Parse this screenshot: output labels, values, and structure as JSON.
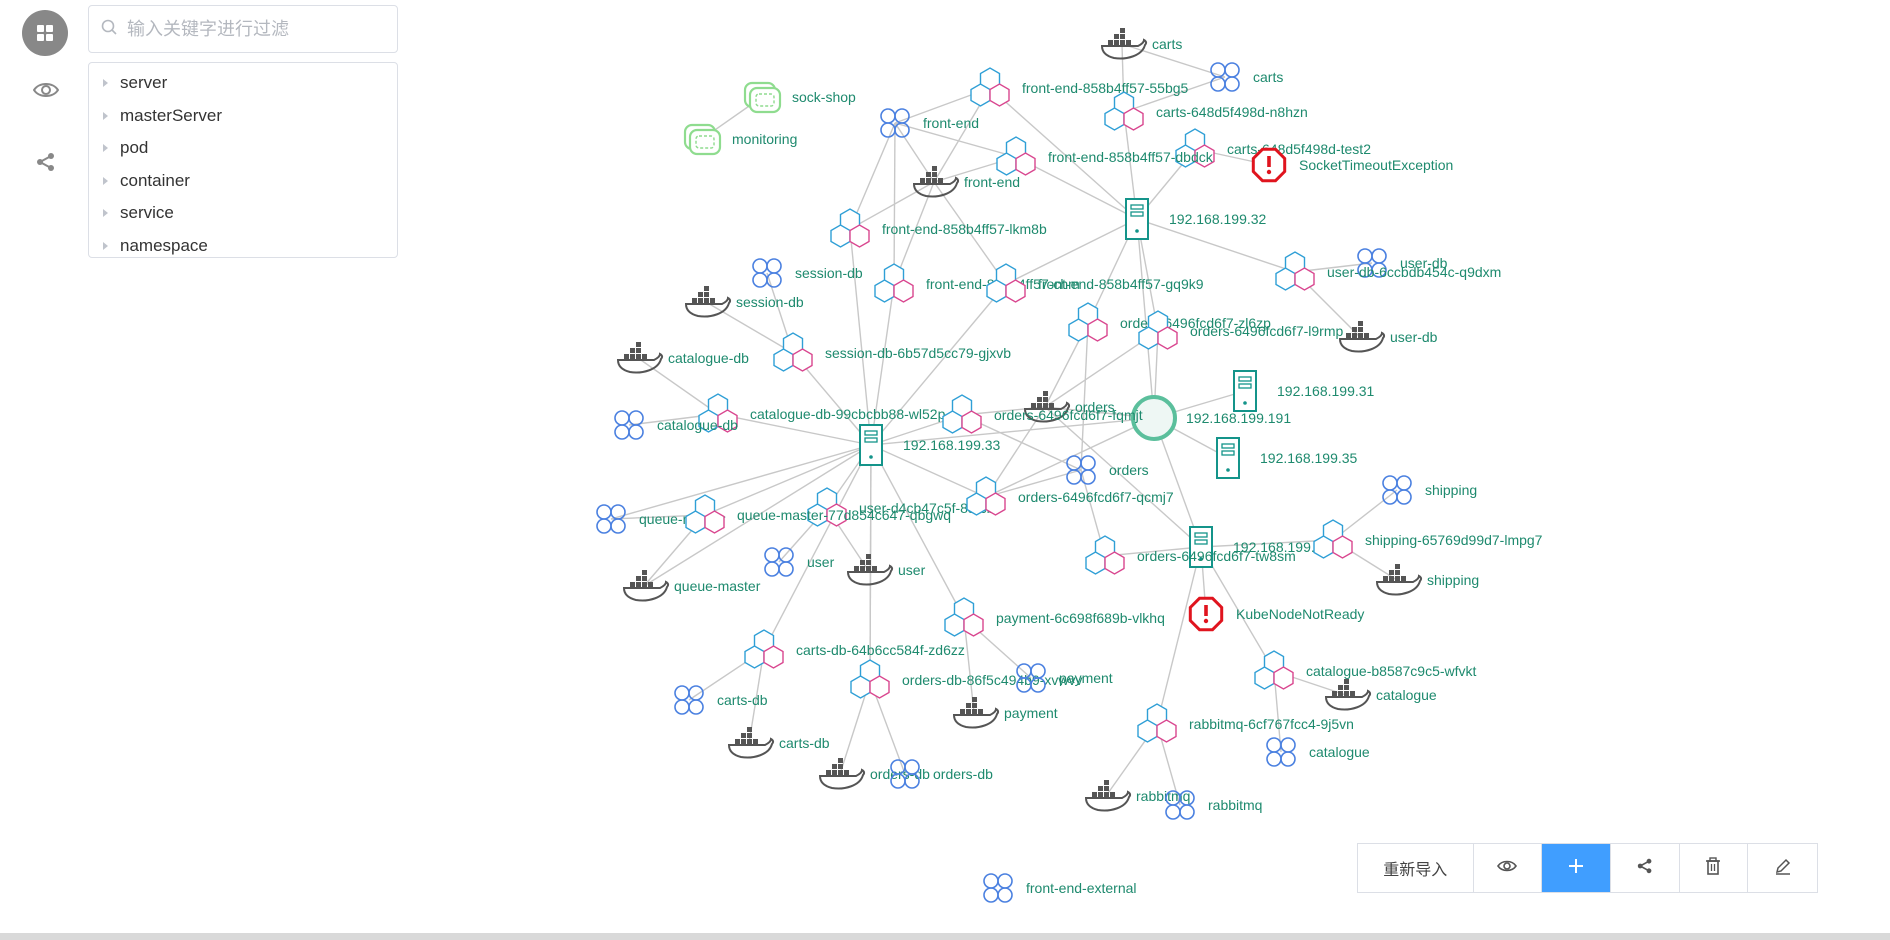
{
  "sidebar": {
    "icons": [
      "grid-menu-icon",
      "eye-icon",
      "share-icon"
    ]
  },
  "search": {
    "placeholder": "输入关键字进行过滤"
  },
  "tree": {
    "items": [
      {
        "label": "server"
      },
      {
        "label": "masterServer"
      },
      {
        "label": "pod"
      },
      {
        "label": "container"
      },
      {
        "label": "service"
      },
      {
        "label": "namespace"
      }
    ]
  },
  "graph": {
    "colors": {
      "edge": "#c8c8c8",
      "label": "#1e8a6e",
      "server": "#14948a",
      "alert": "#e0141e",
      "docker": "#555555",
      "service": "#4a80e0",
      "namespace": "#8fdc8f",
      "master": "#5bbf9c"
    },
    "nodes": [
      {
        "id": "ns-sockshop",
        "type": "namespace",
        "label": "sock-shop"
      },
      {
        "id": "ns-monitoring",
        "type": "namespace",
        "label": "monitoring"
      },
      {
        "id": "c-carts",
        "type": "container",
        "label": "carts"
      },
      {
        "id": "s-carts",
        "type": "service",
        "label": "carts"
      },
      {
        "id": "p-fe-55bg5",
        "type": "pod",
        "label": "front-end-858b4ff57-55bg5"
      },
      {
        "id": "p-carts-n8hzn",
        "type": "pod",
        "label": "carts-648d5f498d-n8hzn"
      },
      {
        "id": "p-carts-test2",
        "type": "pod",
        "label": "carts-648d5f498d-test2"
      },
      {
        "id": "a-socket",
        "type": "alert",
        "label": "SocketTimeoutException"
      },
      {
        "id": "s-frontend",
        "type": "service",
        "label": "front-end"
      },
      {
        "id": "p-fe-dbdck",
        "type": "pod",
        "label": "front-end-858b4ff57-dbdck"
      },
      {
        "id": "c-frontend",
        "type": "container",
        "label": "front-end"
      },
      {
        "id": "srv-32",
        "type": "server",
        "label": "192.168.199.32"
      },
      {
        "id": "p-fe-lkm8b",
        "type": "pod",
        "label": "front-end-858b4ff57-lkm8b"
      },
      {
        "id": "s-userdb",
        "type": "service",
        "label": "user-db"
      },
      {
        "id": "p-userdb",
        "type": "pod",
        "label": "user-db-6ccbdb454c-q9dxm"
      },
      {
        "id": "s-sessiondb",
        "type": "service",
        "label": "session-db"
      },
      {
        "id": "p-fe-chm",
        "type": "pod",
        "label": "front-end-858b4ff57-chm"
      },
      {
        "id": "p-fe-gq9k9",
        "type": "pod",
        "label": "front-end-858b4ff57-gq9k9"
      },
      {
        "id": "c-sessiondb",
        "type": "container",
        "label": "session-db"
      },
      {
        "id": "p-orders-zl6zp",
        "type": "pod",
        "label": "orders-6496fcd6f7-zl6zp"
      },
      {
        "id": "p-orders-l9rmp",
        "type": "pod",
        "label": "orders-6496fcd6f7-l9rmp"
      },
      {
        "id": "c-userdb",
        "type": "container",
        "label": "user-db"
      },
      {
        "id": "c-cataloguedb",
        "type": "container",
        "label": "catalogue-db"
      },
      {
        "id": "p-sessiondb",
        "type": "pod",
        "label": "session-db-6b57d5cc79-gjxvb"
      },
      {
        "id": "srv-31",
        "type": "server",
        "label": "192.168.199.31"
      },
      {
        "id": "c-orders",
        "type": "container",
        "label": "orders"
      },
      {
        "id": "master-191",
        "type": "master",
        "label": "192.168.199.191"
      },
      {
        "id": "p-cataloguedb",
        "type": "pod",
        "label": "catalogue-db-99cbcbb88-wl52p"
      },
      {
        "id": "p-orders-fqmjt",
        "type": "pod",
        "label": "orders-6496fcd6f7-fqmjt"
      },
      {
        "id": "s-cataloguedb",
        "type": "service",
        "label": "catalogue-db"
      },
      {
        "id": "srv-33",
        "type": "server",
        "label": "192.168.199.33"
      },
      {
        "id": "srv-35",
        "type": "server",
        "label": "192.168.199.35"
      },
      {
        "id": "s-orders",
        "type": "service",
        "label": "orders"
      },
      {
        "id": "s-shipping",
        "type": "service",
        "label": "shipping"
      },
      {
        "id": "p-user",
        "type": "pod",
        "label": "user-d4cb47c5f-8srcb"
      },
      {
        "id": "p-orders-qcmj7",
        "type": "pod",
        "label": "orders-6496fcd6f7-qcmj7"
      },
      {
        "id": "s-queuemaster",
        "type": "service",
        "label": "queue-master"
      },
      {
        "id": "p-queuemaster",
        "type": "pod",
        "label": "queue-master-77d854c647-qbgwq"
      },
      {
        "id": "srv-34",
        "type": "server",
        "label": "192.168.199.34"
      },
      {
        "id": "p-shipping",
        "type": "pod",
        "label": "shipping-65769d99d7-lmpg7"
      },
      {
        "id": "p-orders-tw8sm",
        "type": "pod",
        "label": "orders-6496fcd6f7-tw8sm"
      },
      {
        "id": "s-user",
        "type": "service",
        "label": "user"
      },
      {
        "id": "c-user",
        "type": "container",
        "label": "user"
      },
      {
        "id": "c-shipping",
        "type": "container",
        "label": "shipping"
      },
      {
        "id": "c-queuemaster",
        "type": "container",
        "label": "queue-master"
      },
      {
        "id": "p-payment",
        "type": "pod",
        "label": "payment-6c698f689b-vlkhq"
      },
      {
        "id": "a-kube",
        "type": "alert",
        "label": "KubeNodeNotReady"
      },
      {
        "id": "p-cartsdb",
        "type": "pod",
        "label": "carts-db-64b6cc584f-zd6zz"
      },
      {
        "id": "p-catalogue",
        "type": "pod",
        "label": "catalogue-b8587c9c5-wfvkt"
      },
      {
        "id": "p-ordersdb",
        "type": "pod",
        "label": "orders-db-86f5c494b9-xvwvv"
      },
      {
        "id": "s-payment",
        "type": "service",
        "label": "payment"
      },
      {
        "id": "c-catalogue",
        "type": "container",
        "label": "catalogue"
      },
      {
        "id": "s-cartsdb",
        "type": "service",
        "label": "carts-db"
      },
      {
        "id": "c-payment",
        "type": "container",
        "label": "payment"
      },
      {
        "id": "p-rabbitmq",
        "type": "pod",
        "label": "rabbitmq-6cf767fcc4-9j5vn"
      },
      {
        "id": "c-cartsdb",
        "type": "container",
        "label": "carts-db"
      },
      {
        "id": "s-catalogue",
        "type": "service",
        "label": "catalogue"
      },
      {
        "id": "c-ordersdb",
        "type": "container",
        "label": "orders-db"
      },
      {
        "id": "s-ordersdb",
        "type": "service",
        "label": "orders-db"
      },
      {
        "id": "c-rabbitmq",
        "type": "container",
        "label": "rabbitmq"
      },
      {
        "id": "s-rabbitmq",
        "type": "service",
        "label": "rabbitmq"
      },
      {
        "id": "s-feexternal",
        "type": "service",
        "label": "front-end-external"
      }
    ],
    "edges": [
      [
        "ns-sockshop",
        "ns-monitoring"
      ],
      [
        "c-carts",
        "p-carts-n8hzn"
      ],
      [
        "c-carts",
        "s-carts"
      ],
      [
        "s-carts",
        "p-carts-n8hzn"
      ],
      [
        "p-carts-n8hzn",
        "srv-32"
      ],
      [
        "p-carts-test2",
        "srv-32"
      ],
      [
        "p-carts-test2",
        "a-socket"
      ],
      [
        "p-fe-55bg5",
        "s-frontend"
      ],
      [
        "p-fe-55bg5",
        "c-frontend"
      ],
      [
        "p-fe-55bg5",
        "srv-32"
      ],
      [
        "s-frontend",
        "p-fe-dbdck"
      ],
      [
        "s-frontend",
        "c-frontend"
      ],
      [
        "s-frontend",
        "p-fe-lkm8b"
      ],
      [
        "s-frontend",
        "p-fe-chm"
      ],
      [
        "p-fe-dbdck",
        "c-frontend"
      ],
      [
        "p-fe-dbdck",
        "srv-32"
      ],
      [
        "c-frontend",
        "p-fe-lkm8b"
      ],
      [
        "c-frontend",
        "p-fe-chm"
      ],
      [
        "c-frontend",
        "p-fe-gq9k9"
      ],
      [
        "srv-32",
        "p-userdb"
      ],
      [
        "srv-32",
        "p-fe-gq9k9"
      ],
      [
        "srv-32",
        "p-orders-zl6zp"
      ],
      [
        "srv-32",
        "master-191"
      ],
      [
        "srv-32",
        "p-orders-l9rmp"
      ],
      [
        "p-userdb",
        "s-userdb"
      ],
      [
        "p-userdb",
        "c-userdb"
      ],
      [
        "p-fe-lkm8b",
        "srv-33"
      ],
      [
        "p-fe-chm",
        "srv-33"
      ],
      [
        "s-sessiondb",
        "p-sessiondb"
      ],
      [
        "c-sessiondb",
        "p-sessiondb"
      ],
      [
        "p-sessiondb",
        "srv-33"
      ],
      [
        "p-orders-zl6zp",
        "c-orders"
      ],
      [
        "p-orders-zl6zp",
        "s-orders"
      ],
      [
        "p-orders-l9rmp",
        "c-orders"
      ],
      [
        "p-orders-l9rmp",
        "master-191"
      ],
      [
        "c-cataloguedb",
        "p-cataloguedb"
      ],
      [
        "s-cataloguedb",
        "p-cataloguedb"
      ],
      [
        "p-cataloguedb",
        "srv-33"
      ],
      [
        "srv-33",
        "p-orders-fqmjt"
      ],
      [
        "srv-33",
        "master-191"
      ],
      [
        "srv-33",
        "p-user"
      ],
      [
        "srv-33",
        "p-queuemaster"
      ],
      [
        "srv-33",
        "p-orders-qcmj7"
      ],
      [
        "srv-33",
        "p-cartsdb"
      ],
      [
        "srv-33",
        "p-payment"
      ],
      [
        "srv-33",
        "p-ordersdb"
      ],
      [
        "srv-33",
        "p-fe-gq9k9"
      ],
      [
        "srv-33",
        "c-queuemaster"
      ],
      [
        "srv-33",
        "s-queuemaster"
      ],
      [
        "p-orders-fqmjt",
        "c-orders"
      ],
      [
        "p-orders-fqmjt",
        "s-orders"
      ],
      [
        "master-191",
        "srv-31"
      ],
      [
        "master-191",
        "srv-35"
      ],
      [
        "master-191",
        "srv-34"
      ],
      [
        "master-191",
        "p-orders-qcmj7"
      ],
      [
        "master-191",
        "c-orders"
      ],
      [
        "s-orders",
        "p-orders-qcmj7"
      ],
      [
        "s-orders",
        "p-orders-tw8sm"
      ],
      [
        "c-orders",
        "p-orders-qcmj7"
      ],
      [
        "s-queuemaster",
        "p-queuemaster"
      ],
      [
        "c-queuemaster",
        "p-queuemaster"
      ],
      [
        "p-user",
        "s-user"
      ],
      [
        "p-user",
        "c-user"
      ],
      [
        "srv-34",
        "p-orders-tw8sm"
      ],
      [
        "srv-34",
        "p-shipping"
      ],
      [
        "srv-34",
        "a-kube"
      ],
      [
        "srv-34",
        "p-catalogue"
      ],
      [
        "srv-34",
        "p-rabbitmq"
      ],
      [
        "srv-34",
        "c-orders"
      ],
      [
        "p-shipping",
        "s-shipping"
      ],
      [
        "p-shipping",
        "c-shipping"
      ],
      [
        "p-payment",
        "s-payment"
      ],
      [
        "p-payment",
        "c-payment"
      ],
      [
        "p-cartsdb",
        "s-cartsdb"
      ],
      [
        "p-cartsdb",
        "c-cartsdb"
      ],
      [
        "p-ordersdb",
        "c-ordersdb"
      ],
      [
        "p-ordersdb",
        "s-ordersdb"
      ],
      [
        "p-ordersdb",
        "srv-33"
      ],
      [
        "p-catalogue",
        "c-catalogue"
      ],
      [
        "p-catalogue",
        "s-catalogue"
      ],
      [
        "p-rabbitmq",
        "c-rabbitmq"
      ],
      [
        "p-rabbitmq",
        "s-rabbitmq"
      ]
    ]
  },
  "toolbar": {
    "reimport_label": "重新导入",
    "buttons": [
      "eye-icon",
      "plus-icon",
      "share-icon",
      "trash-icon",
      "edit-icon"
    ]
  }
}
